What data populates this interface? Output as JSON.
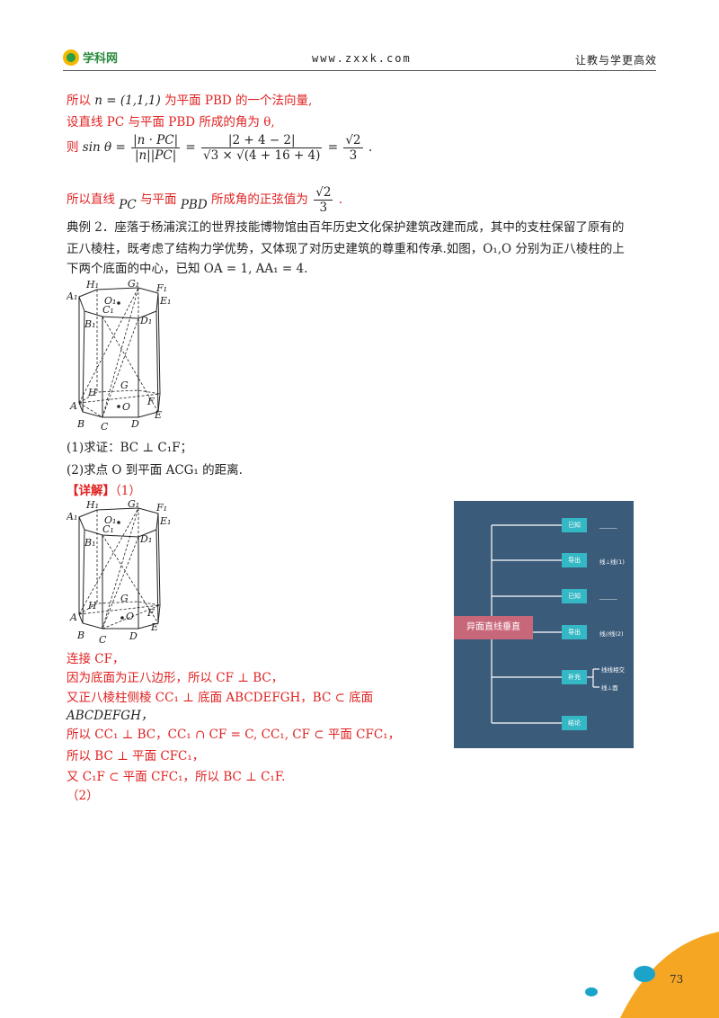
{
  "header": {
    "logo_text": "学科网",
    "url": "www.zxxk.com",
    "slogan": "让教与学更高效"
  },
  "solution_prev": {
    "line1_pre": "所以",
    "line1_vec": "n = (1,1,1)",
    "line1_post": "为平面 PBD 的一个法向量,",
    "line2": "设直线 PC 与平面 PBD 所成的角为 θ,",
    "line3_pre": "则",
    "line3_formula_a": "sin θ =",
    "line3_num1": "|n · PC|",
    "line3_den1": "|n||PC|",
    "line3_num2": "|2 + 4 − 2|",
    "line3_den2": "√3 × √(4 + 16 + 4)",
    "line3_num3": "√2",
    "line3_den3": "3",
    "line4_pre": "所以直线",
    "line4_pc": "PC",
    "line4_mid": "与平面",
    "line4_pbd": "PBD",
    "line4_post": "所成角的正弦值为",
    "line4_num": "√2",
    "line4_den": "3"
  },
  "example": {
    "p1": "典例 2．座落于杨浦滨江的世界技能博物馆由百年历史文化保护建筑改建而成，其中的支柱保留了原有的",
    "p2": "正八棱柱，既考虑了结构力学优势，又体现了对历史建筑的尊重和传承.如图，O₁,O 分别为正八棱柱的上",
    "p3": "下两个底面的中心，已知 OA = 1, AA₁ = 4.",
    "q1": "(1)求证：BC ⊥ C₁F；",
    "q2": "(2)求点 O 到平面 ACG₁ 的距离."
  },
  "figure_labels": {
    "top": [
      "A₁",
      "H₁",
      "O₁",
      "G₁",
      "F₁",
      "E₁",
      "C₁",
      "B₁",
      "D₁"
    ],
    "bottom": [
      "A",
      "H",
      "G",
      "F",
      "O",
      "B",
      "C",
      "D",
      "E"
    ]
  },
  "detail": {
    "tag": "【详解】",
    "part1": "（1）",
    "s1": "连接 CF，",
    "s2": "因为底面为正八边形，所以 CF ⊥ BC，",
    "s3": "又正八棱柱侧棱 CC₁ ⊥ 底面 ABCDEFGH，BC ⊂ 底面",
    "s4": "ABCDEFGH，",
    "s5": "所以 CC₁ ⊥ BC，CC₁ ∩ CF = C, CC₁, CF ⊂ 平面 CFC₁，",
    "s6": "所以 BC ⊥ 平面 CFC₁，",
    "s7": "又 C₁F ⊂ 平面 CFC₁，所以 BC ⊥ C₁F.",
    "part2": "（2）"
  },
  "mindmap": {
    "root": "异面直线垂直",
    "nodes": [
      "已知",
      "导出",
      "已知",
      "导出",
      "补充",
      "结论"
    ],
    "leaves": [
      "______",
      "线⊥线(1)",
      "______",
      "线//线(2)",
      "线线相交",
      "线⊥面"
    ]
  },
  "page_number": "73"
}
